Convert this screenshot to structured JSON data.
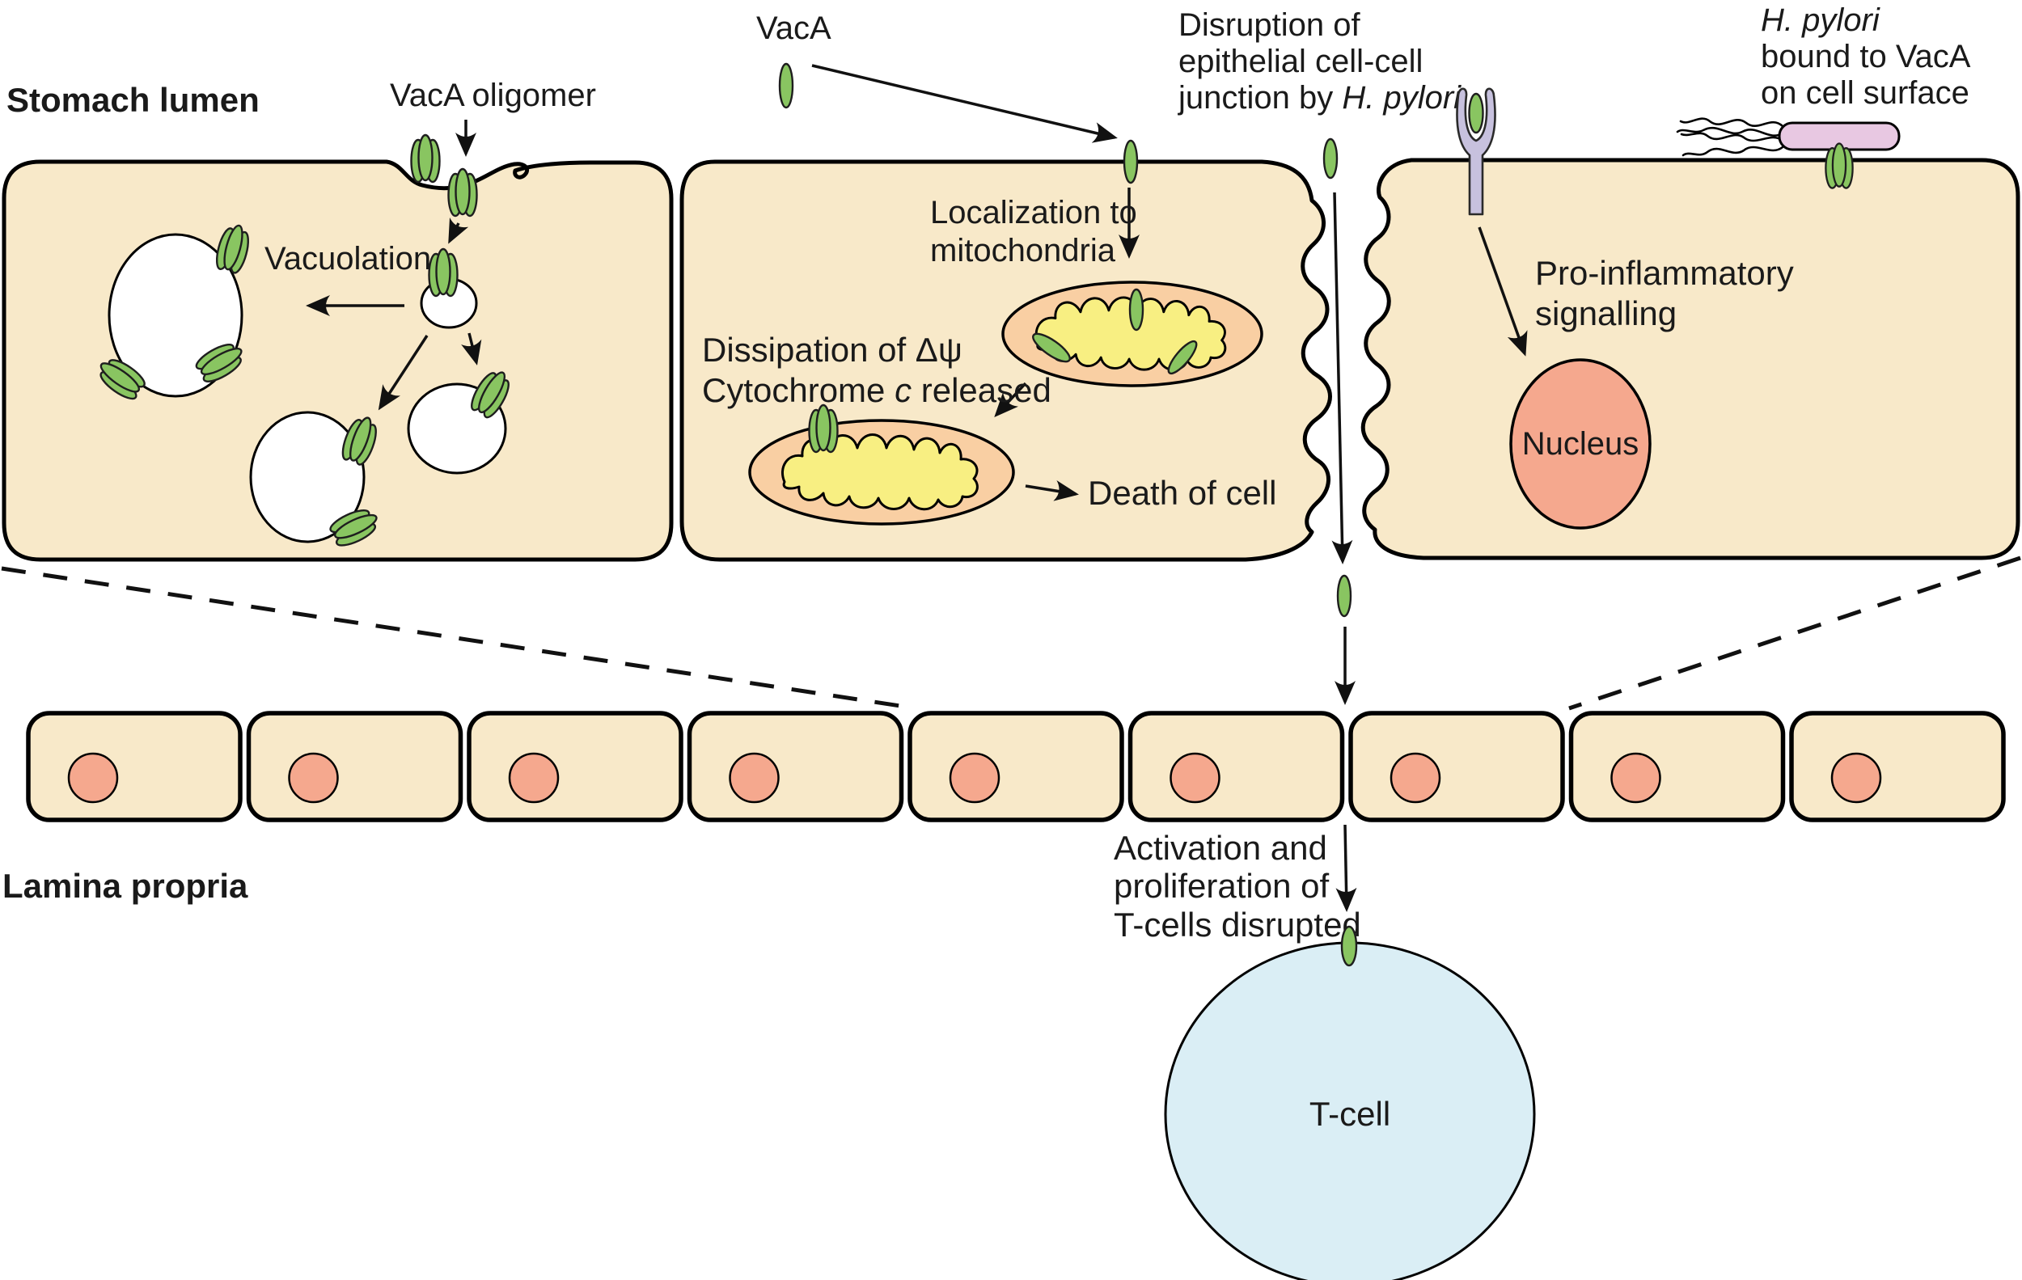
{
  "figure": {
    "regions": {
      "stomach_lumen_label": "Stomach lumen",
      "lamina_propria_label": "Lamina propria"
    },
    "vacuolation_cell": {
      "vaca_oligomer_label": "VacA oligomer",
      "vacuolation_label": "Vacuolation"
    },
    "mitochondria_cell": {
      "vaca_label": "VacA",
      "localization_line1": "Localization to",
      "localization_line2": "mitochondria",
      "dissipation_line1": "Dissipation of Δψ",
      "cytochrome_pre": "Cytochrome ",
      "cytochrome_italic": "c",
      "cytochrome_post": " released",
      "death_label": "Death of cell"
    },
    "junction": {
      "line1": "Disruption of",
      "line2": "epithelial cell-cell",
      "line3_pre": "junction by ",
      "line3_italic": "H. pylori"
    },
    "surface_cell": {
      "hp_line1_italic": "H. pylori",
      "hp_line2": "bound to VacA",
      "hp_line3": "on cell surface",
      "proinflammatory_line1": "Pro-inflammatory",
      "proinflammatory_line2": "signalling",
      "nucleus_label": "Nucleus"
    },
    "t_cell_section": {
      "activation_line1": "Activation and",
      "activation_line2": "proliferation of",
      "activation_line3": "T-cells disrupted",
      "t_cell_label": "T-cell"
    },
    "epithelial_row": {
      "cell_count": 9
    },
    "colors": {
      "cell_fill": "#f8e9c9",
      "outline": "#000000",
      "vaca_green": "#89c561",
      "mito_outer": "#f9cfa3",
      "mito_inner": "#f8ef82",
      "nucleus_fill": "#f5a88e",
      "receptor_fill": "#c7c1de",
      "h_pylori_fill": "#e8c8e2",
      "t_cell_fill": "#daeef5",
      "vacuole_fill": "#ffffff"
    }
  }
}
